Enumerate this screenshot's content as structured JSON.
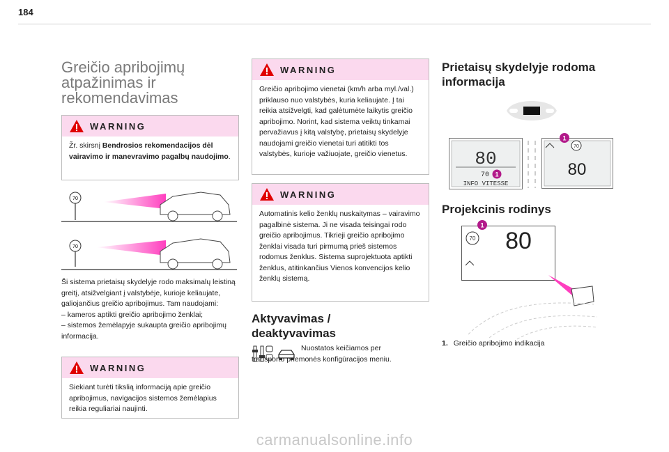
{
  "page_number": "184",
  "title": "Greičio apribojimų atpažinimas ir rekomendavimas",
  "warnings": [
    {
      "label": "WARNING",
      "pre": "Žr. skirsnį ",
      "bold": "Bendrosios rekomendacijos dėl vairavimo ir manevravimo pagalbų naudojimo",
      "post": "."
    },
    {
      "label": "WARNING",
      "text": "Siekiant turėti tikslią informaciją apie greičio apribojimus, navigacijos sistemos žemėlapius reikia reguliariai naujinti."
    },
    {
      "label": "WARNING",
      "text": "Greičio apribojimo vienetai (km/h arba myl./val.) priklauso nuo valstybės, kuria keliaujate. Į tai reikia atsižvelgti, kad galėtumėte laikytis greičio apribojimo. Norint, kad sistema veiktų tinkamai pervažiavus į kitą valstybę, prietaisų skydelyje naudojami greičio vienetai turi atitikti tos valstybės, kurioje važiuojate, greičio vienetus."
    },
    {
      "label": "WARNING",
      "text": "Automatinis kelio ženklų nuskaitymas – vairavimo pagalbinė sistema. Ji ne visada teisingai rodo greičio apribojimus. Tikrieji greičio apribojimo ženklai visada turi pirmumą prieš sistemos rodomus ženklus. Sistema suprojektuota aptikti ženklus, atitinkančius Vienos konvencijos kelio ženklų sistemą."
    }
  ],
  "sign_value": "70",
  "left_para": {
    "intro": "Ši sistema prietaisų skydelyje rodo maksimalų leistiną greitį, atsižvelgiant į valstybėje, kurioje keliaujate, galiojančius greičio apribojimus. Tam naudojami:",
    "item1": "– kameros aptikti greičio apribojimo ženklai;",
    "item2": "– sistemos žemėlapyje sukaupta greičio apribojimų informacija."
  },
  "activation": {
    "heading": "Aktyvavimas / deaktyvavimas",
    "text": "Nuostatos keičiamos per transporto priemonės konfigūracijos meniu."
  },
  "instrument": {
    "heading": "Prietaisų skydelyje rodoma informacija",
    "speed1": "80",
    "small_sign": "70",
    "info_text": "INFO VITESSE",
    "speed2": "80",
    "callout": "1"
  },
  "hud": {
    "heading": "Projekcinis rodinys",
    "speed": "80",
    "sign": "70"
  },
  "legend": {
    "num": "1.",
    "text": "Greičio apribojimo indikacija"
  },
  "footer": "carmanualsonline.info",
  "colors": {
    "warning_bg": "#fbd9ee",
    "callout": "#b21a8a",
    "beam": "#ff3fbf"
  }
}
